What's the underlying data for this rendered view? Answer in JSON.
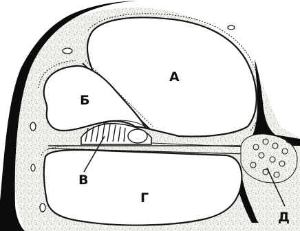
{
  "labels": {
    "a": "А",
    "b": "Б",
    "v": "В",
    "g": "Г",
    "d": "Д"
  },
  "colors": {
    "tissue": "#f1f1ea",
    "ink": "#161616",
    "bone": "#0c0c0c",
    "chamber": "#ffffff",
    "stipple": "#6b6b6b"
  }
}
